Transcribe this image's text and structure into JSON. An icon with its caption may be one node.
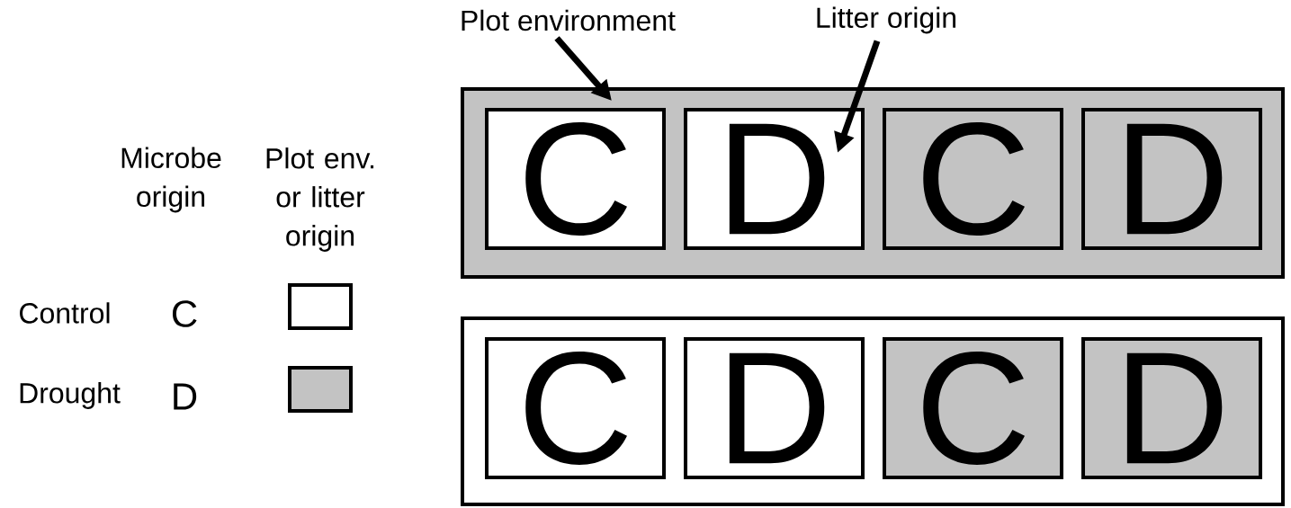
{
  "diagram": {
    "nodes": [
      {
        "text": [
          "Plot environment"
        ]
      },
      {
        "text": [
          "Litter origin"
        ]
      },
      {
        "text": [],
        "shape": "box"
      },
      {
        "text": [
          "C"
        ],
        "in": 2
      },
      {
        "text": [
          "D"
        ],
        "in": 2
      },
      {
        "text": [
          "C"
        ],
        "in": 2
      },
      {
        "text": [
          "D"
        ],
        "in": 2
      },
      {
        "text": [],
        "shape": "box"
      },
      {
        "text": [
          "C"
        ],
        "in": 7
      },
      {
        "text": [
          "D"
        ],
        "in": 7
      },
      {
        "text": [
          "C"
        ],
        "in": 7
      },
      {
        "text": [
          "D"
        ],
        "in": 7
      }
    ],
    "edges": [
      {
        "from": 0,
        "to": 2,
        "arrow": "to"
      },
      {
        "from": 1,
        "to": 4,
        "arrow": "to"
      }
    ],
    "labels": [
      "Microbe origin",
      "Plot env. or litter origin",
      "C",
      "D"
    ],
    "legend": [
      {
        "text": "Control"
      },
      {
        "text": "Drought",
        "color": "#c3c3c3"
      }
    ]
  }
}
